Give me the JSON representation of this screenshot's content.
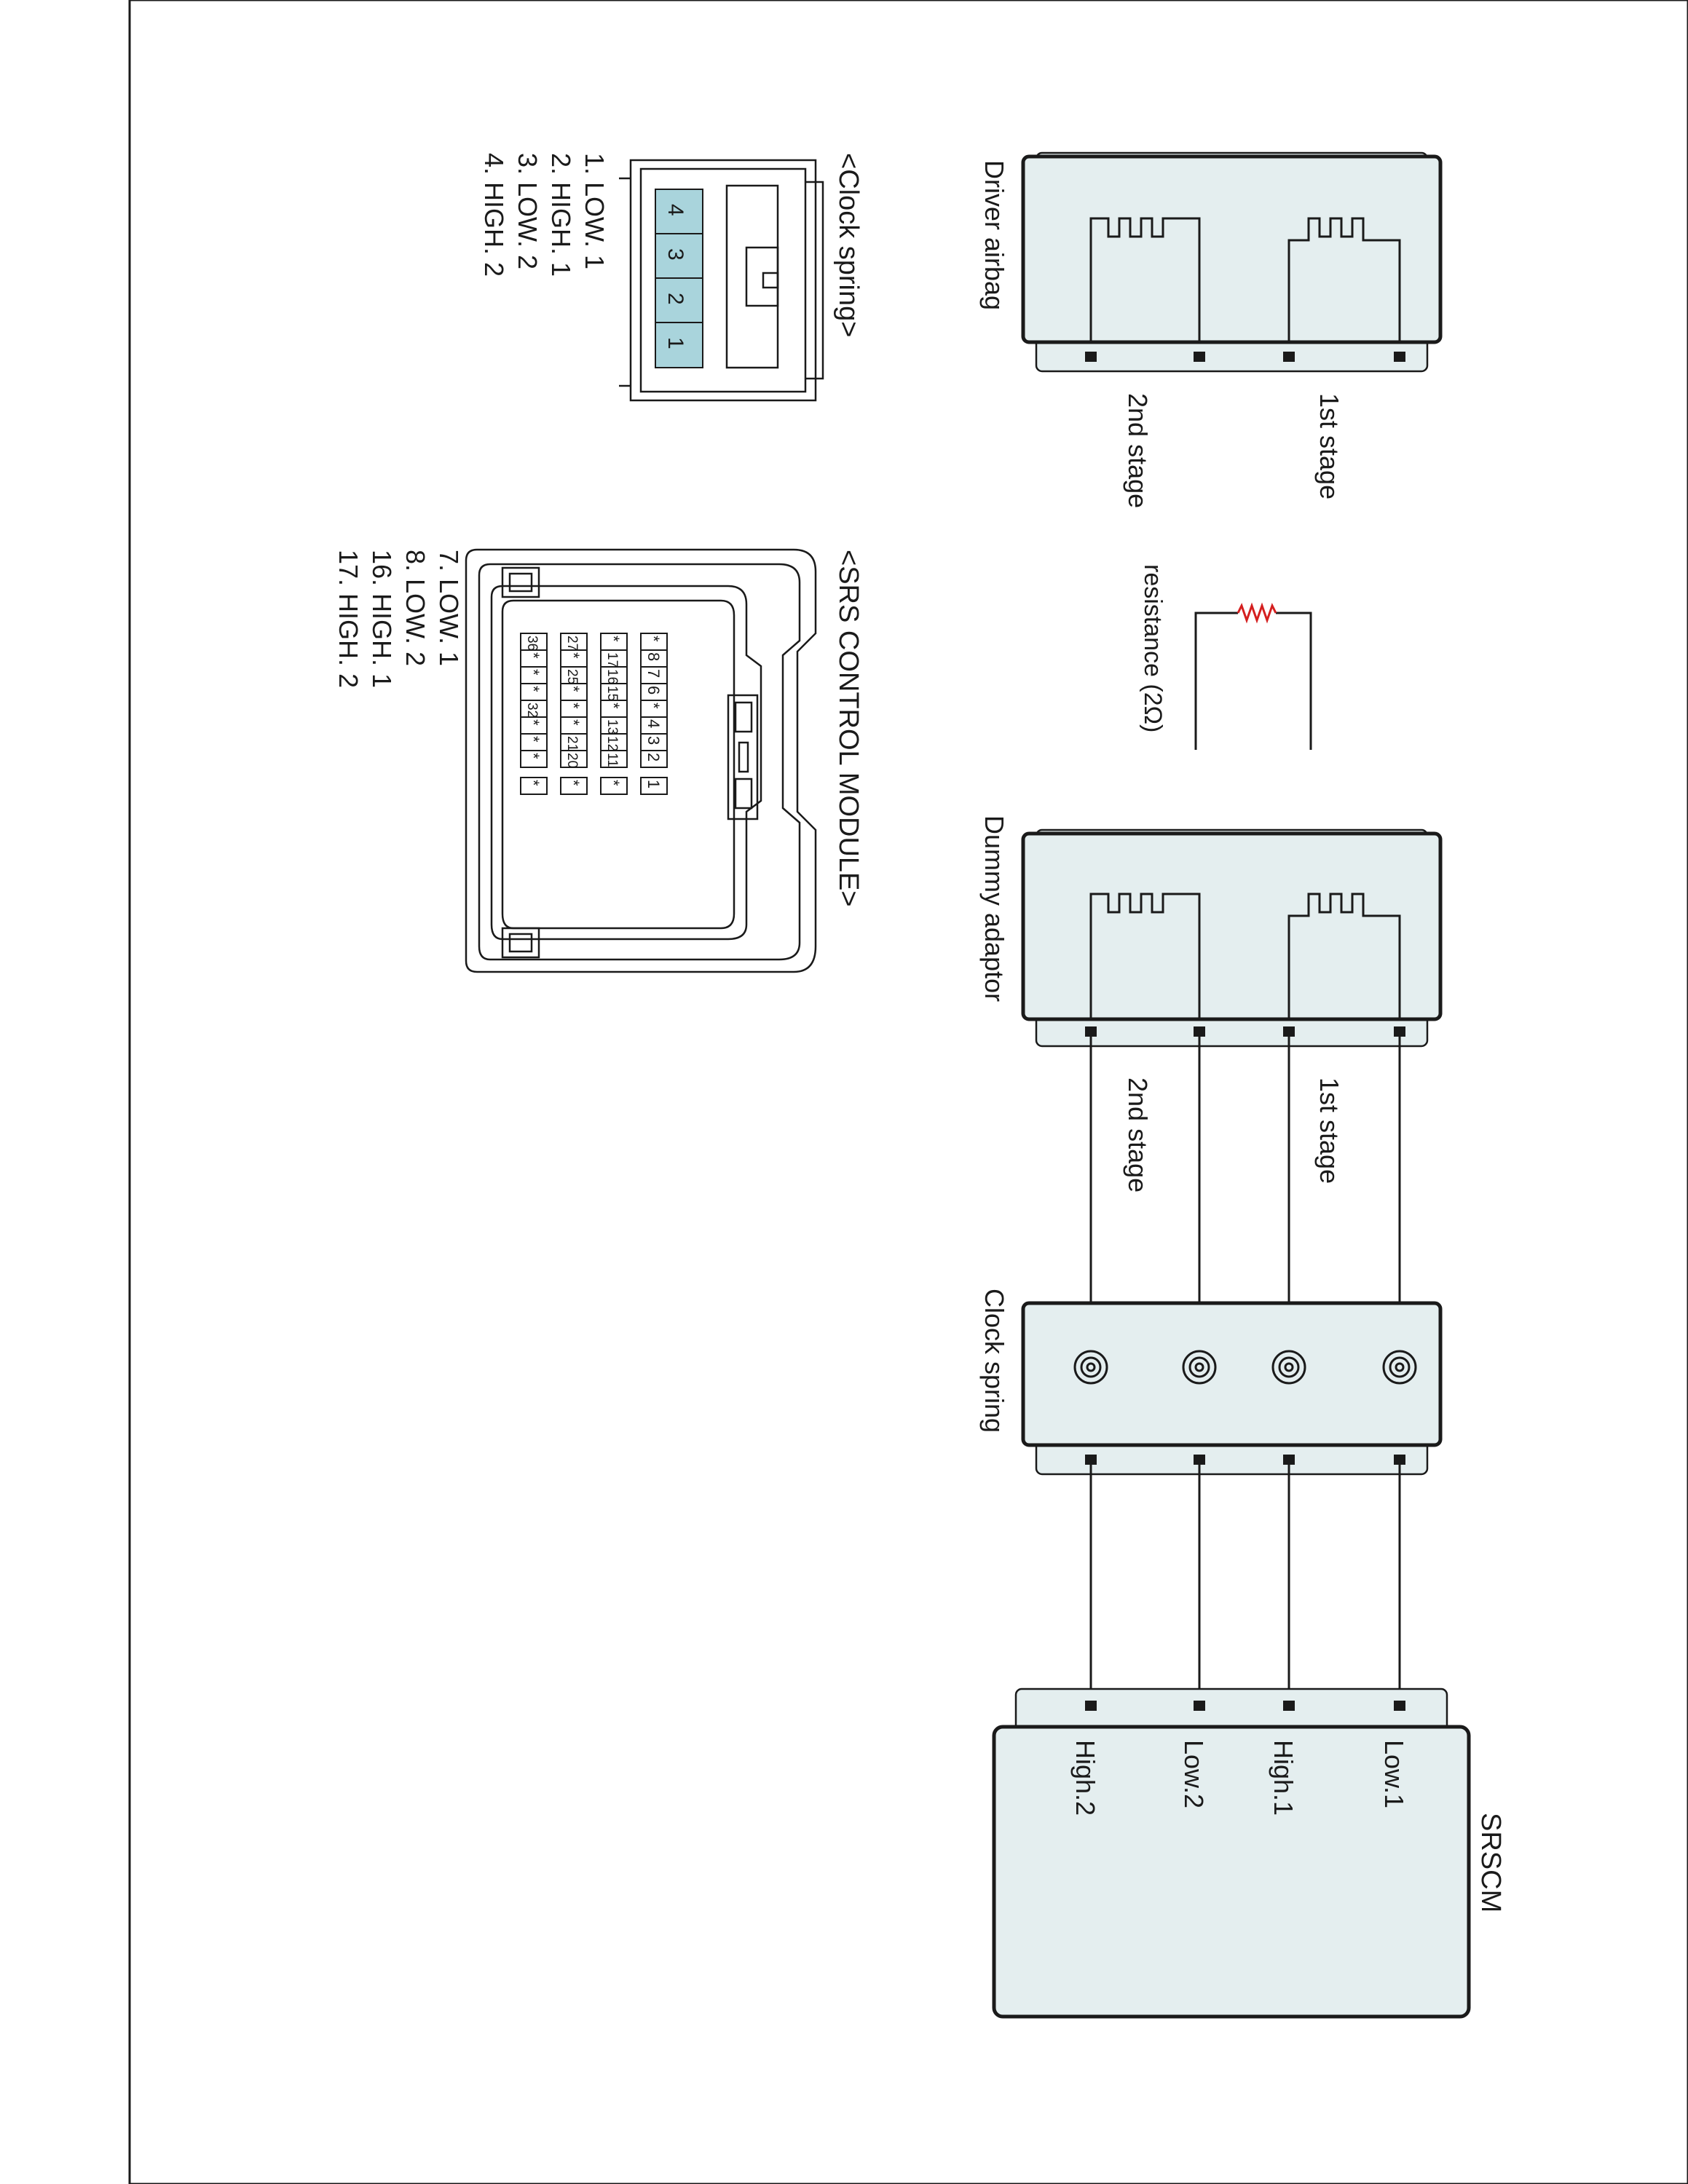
{
  "diagram": {
    "driver_airbag": {
      "label": "Driver airbag",
      "stage1": "1st stage",
      "stage2": "2nd stage"
    },
    "resistance": {
      "label": "resistance (2Ω)"
    },
    "dummy_adaptor": {
      "label": "Dummy adaptor",
      "stage1": "1st stage",
      "stage2": "2nd stage"
    },
    "clock_spring": {
      "label": "Clock spring"
    },
    "srscm": {
      "label": "SRSCM",
      "terminals": [
        "Low.1",
        "High.1",
        "Low.2",
        "High.2"
      ]
    },
    "clock_spring_connector": {
      "title": "<Clock spring>",
      "pins": [
        "4",
        "3",
        "2",
        "1"
      ],
      "legend": [
        "1. LOW. 1",
        "2. HIGH. 1",
        "3. LOW. 2",
        "4. HIGH. 2"
      ]
    },
    "srs_module_connector": {
      "title": "<SRS CONTROL MODULE>",
      "rows": [
        [
          "*",
          "8",
          "7",
          "6",
          "*",
          "4",
          "3",
          "2",
          "1"
        ],
        [
          "*",
          "17",
          "16",
          "15",
          "*",
          "13",
          "12",
          "11",
          "*"
        ],
        [
          "27",
          "*",
          "25",
          "*",
          "*",
          "*",
          "21",
          "20",
          "*"
        ],
        [
          "36",
          "*",
          "*",
          "*",
          "32",
          "*",
          "*",
          "*",
          "*"
        ]
      ],
      "legend": [
        "7. LOW. 1",
        "8. LOW. 2",
        "16. HIGH. 1",
        "17. HIGH. 2"
      ]
    },
    "colors": {
      "fill": "#e4eeef",
      "pin_highlight": "#a9d4dc",
      "resistor": "#d41f1f"
    }
  }
}
